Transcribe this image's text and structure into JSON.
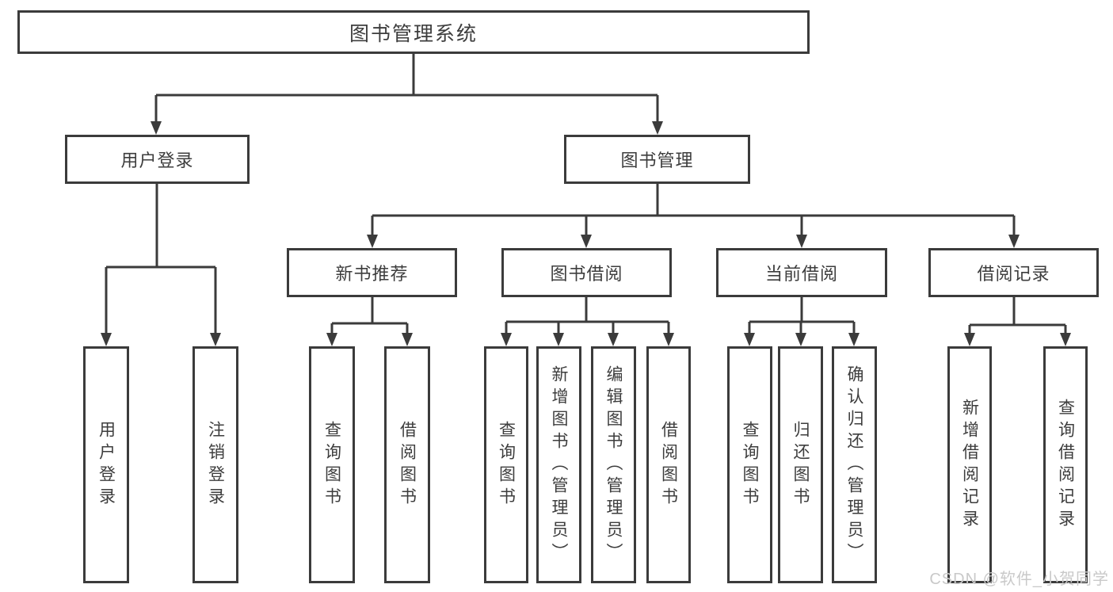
{
  "diagram": {
    "root": {
      "label": "图书管理系统"
    },
    "level2": [
      {
        "label": "用户登录"
      },
      {
        "label": "图书管理"
      }
    ],
    "user_login_children": [
      "用户登录",
      "注销登录"
    ],
    "groups": [
      {
        "label": "新书推荐",
        "children": [
          "查询图书",
          "借阅图书"
        ]
      },
      {
        "label": "图书借阅",
        "children": [
          "查询图书",
          "新增图书（管理员）",
          "编辑图书（管理员）",
          "借阅图书"
        ]
      },
      {
        "label": "当前借阅",
        "children": [
          "查询图书",
          "归还图书",
          "确认归还（管理员）"
        ]
      },
      {
        "label": "借阅记录",
        "children": [
          "新增借阅记录",
          "查询借阅记录"
        ]
      }
    ]
  },
  "watermark": "CSDN @软件_小贺同学",
  "colors": {
    "line": "#3b3b3b",
    "text": "#3d3d3d",
    "watermark": "#c9c9c9",
    "background": "#ffffff"
  }
}
